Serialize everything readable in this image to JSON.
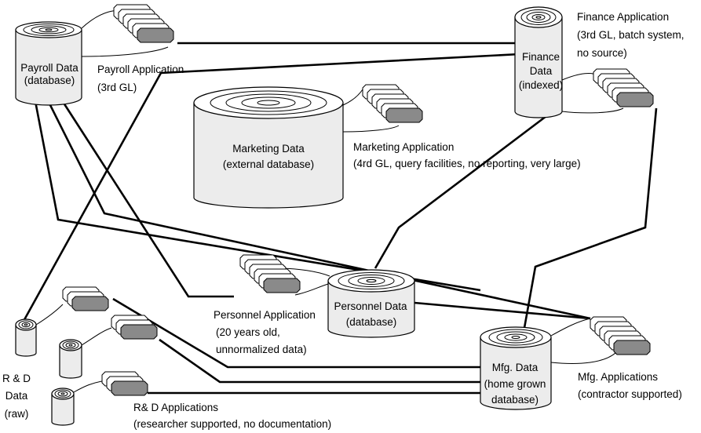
{
  "payroll": {
    "data_line1": "Payroll Data",
    "data_line2": "(database)",
    "app_line1": "Payroll Application",
    "app_line2": "(3rd GL)"
  },
  "finance": {
    "data_line1": "Finance",
    "data_line2": "Data",
    "data_line3": "(indexed)",
    "app_line1": "Finance Application",
    "app_line2": "(3rd GL, batch system,",
    "app_line3": "no source)"
  },
  "marketing": {
    "data_line1": "Marketing Data",
    "data_line2": "(external database)",
    "app_line1": "Marketing Application",
    "app_line2": "(4rd GL, query facilities, no reporting, very large)"
  },
  "personnel": {
    "data_line1": "Personnel Data",
    "data_line2": "(database)",
    "app_line1": "Personnel Application",
    "app_line2": "(20 years old,",
    "app_line3": "unnormalized data)"
  },
  "mfg": {
    "data_line1": "Mfg. Data",
    "data_line2": "(home grown",
    "data_line3": "database)",
    "app_line1": "Mfg. Applications",
    "app_line2": "(contractor supported)"
  },
  "rnd": {
    "data_line1": "R & D",
    "data_line2": "Data",
    "data_line3": "(raw)",
    "app_line1": "R& D Applications",
    "app_line2": "(researcher supported, no documentation)"
  }
}
